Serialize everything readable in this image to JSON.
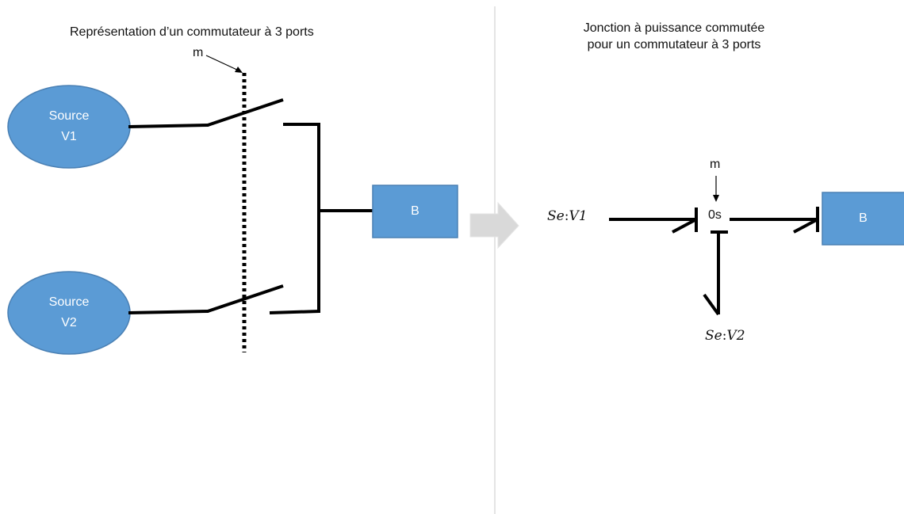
{
  "left_panel": {
    "title": "Représentation d’un commutateur à 3 ports",
    "control_label": "m",
    "source1": {
      "line1": "Source",
      "line2": "V1"
    },
    "source2": {
      "line1": "Source",
      "line2": "V2"
    },
    "load_label": "B"
  },
  "right_panel": {
    "title_line1": "Jonction à puissance commutée",
    "title_line2": "pour un commutateur à 3 ports",
    "control_label": "m",
    "junction_label": "0s",
    "source1_label": {
      "prefix": "Se",
      "sep": ":",
      "value": "V1"
    },
    "source2_label": {
      "prefix": "Se",
      "sep": ":",
      "value": "V2"
    },
    "load_label": "B"
  },
  "colors": {
    "node_fill": "#5b9bd5",
    "node_stroke": "#4a80b4",
    "line": "#000000",
    "divider": "#c8c8c8",
    "arrow_fill": "#d9d9d9"
  }
}
